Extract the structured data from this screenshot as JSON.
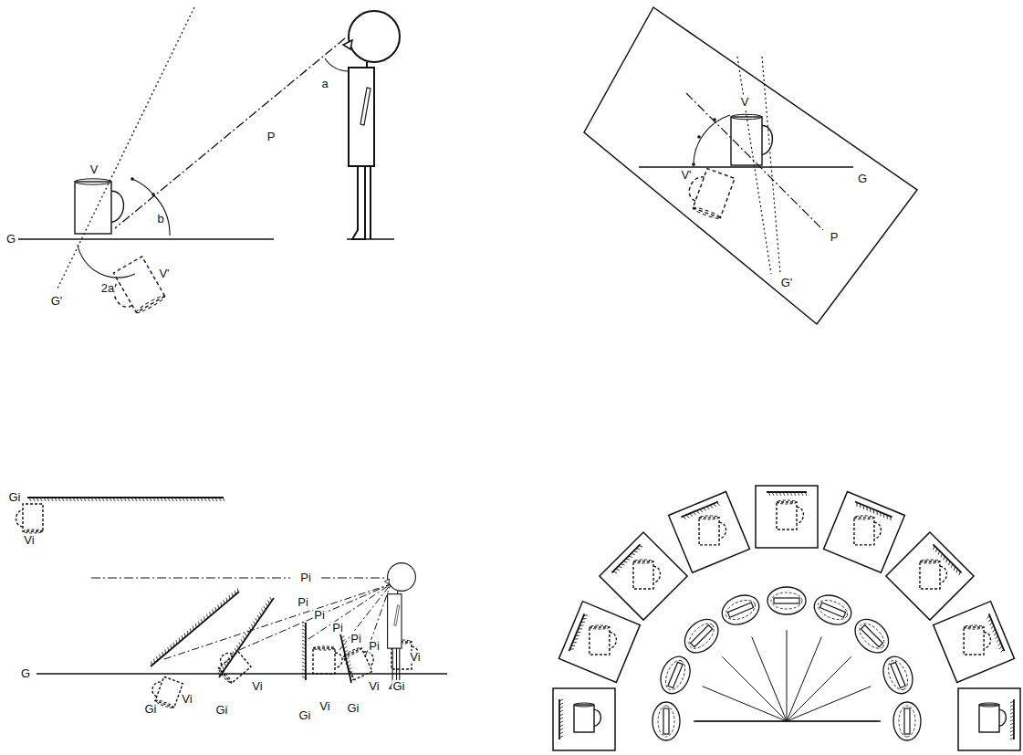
{
  "diagram": {
    "labels": [
      "V",
      "G",
      "G'",
      "P",
      "a",
      "b",
      "2a",
      "V'",
      "V",
      "V'",
      "G",
      "P",
      "G'",
      "Gi",
      "Vi",
      "Pi",
      "Pi",
      "Pi",
      "Pi",
      "Pi",
      "Pi",
      "G",
      "Gi",
      "Vi",
      "Gi",
      "Vi",
      "Gi",
      "Vi",
      "Gi",
      "Vi",
      "Gi",
      "Vi"
    ]
  }
}
